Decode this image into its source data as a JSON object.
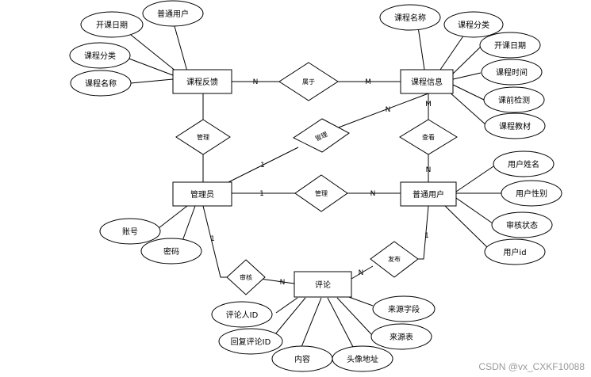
{
  "entities": {
    "course_feedback": "课程反馈",
    "course_info": "课程信息",
    "admin": "管理员",
    "user": "普通用户",
    "comment": "评论"
  },
  "relationships": {
    "belongs_to": "属于",
    "manage_feedback": "管理",
    "manage_course": "管理",
    "manage_user": "管理",
    "view": "查看",
    "publish": "发布",
    "review": "审核"
  },
  "attributes": {
    "feedback_user": "普通用户",
    "feedback_start_date": "开课日期",
    "feedback_category": "课程分类",
    "feedback_name": "课程名称",
    "course_name": "课程名称",
    "course_category": "课程分类",
    "course_start_date": "开课日期",
    "course_time": "课程时间",
    "course_pretest": "课前检测",
    "course_textbook": "课程教材",
    "admin_account": "账号",
    "admin_password": "密码",
    "user_name": "用户姓名",
    "user_gender": "用户性别",
    "user_review_status": "审核状态",
    "user_id": "用户id",
    "comment_commenter_id": "评论人ID",
    "comment_reply_id": "回复评论ID",
    "comment_content": "内容",
    "comment_avatar": "头像地址",
    "comment_source_field": "来源字段",
    "comment_source_table": "来源表"
  },
  "cardinalities": {
    "feedback_to_belongs": "N",
    "belongs_to_course": "M",
    "admin_to_manage_course": "1",
    "manage_course_to_course": "N",
    "course_to_view": "M",
    "view_to_user": "N",
    "admin_to_manage_user": "1",
    "manage_user_to_user": "N",
    "admin_to_review": "1",
    "review_to_comment": "N",
    "comment_to_publish": "N",
    "publish_to_user": "1"
  },
  "watermark": "CSDN @vx_CXKF10088"
}
